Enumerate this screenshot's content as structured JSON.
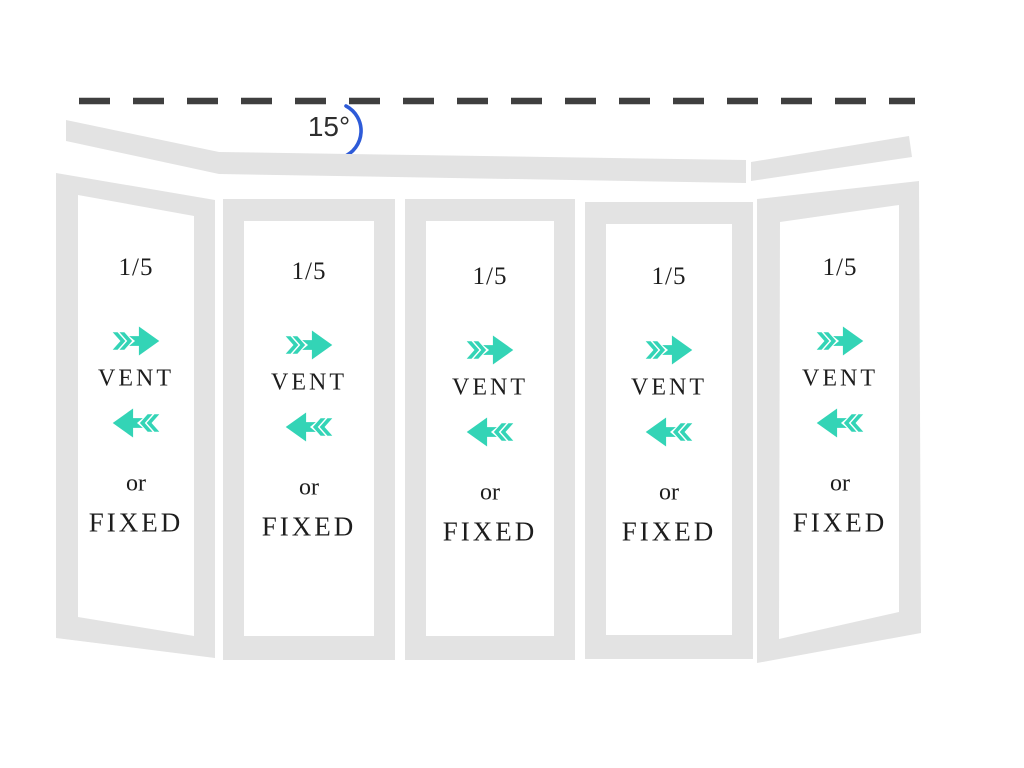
{
  "diagram": {
    "angle_label": "15°",
    "panels": [
      {
        "fraction": "1/5",
        "vent": "VENT",
        "or": "or",
        "fixed": "FIXED"
      },
      {
        "fraction": "1/5",
        "vent": "VENT",
        "or": "or",
        "fixed": "FIXED"
      },
      {
        "fraction": "1/5",
        "vent": "VENT",
        "or": "or",
        "fixed": "FIXED"
      },
      {
        "fraction": "1/5",
        "vent": "VENT",
        "or": "or",
        "fixed": "FIXED"
      },
      {
        "fraction": "1/5",
        "vent": "VENT",
        "or": "or",
        "fixed": "FIXED"
      }
    ]
  },
  "icons": {
    "arrow_right": "vent-slide-right-arrow-icon",
    "arrow_left": "vent-slide-left-arrow-icon"
  },
  "colors": {
    "teal": "#33d4b6",
    "frame": "#e3e3e3",
    "dash": "#3f3f3f",
    "arc": "#2e5bd8",
    "ink": "#1d1d1d"
  }
}
